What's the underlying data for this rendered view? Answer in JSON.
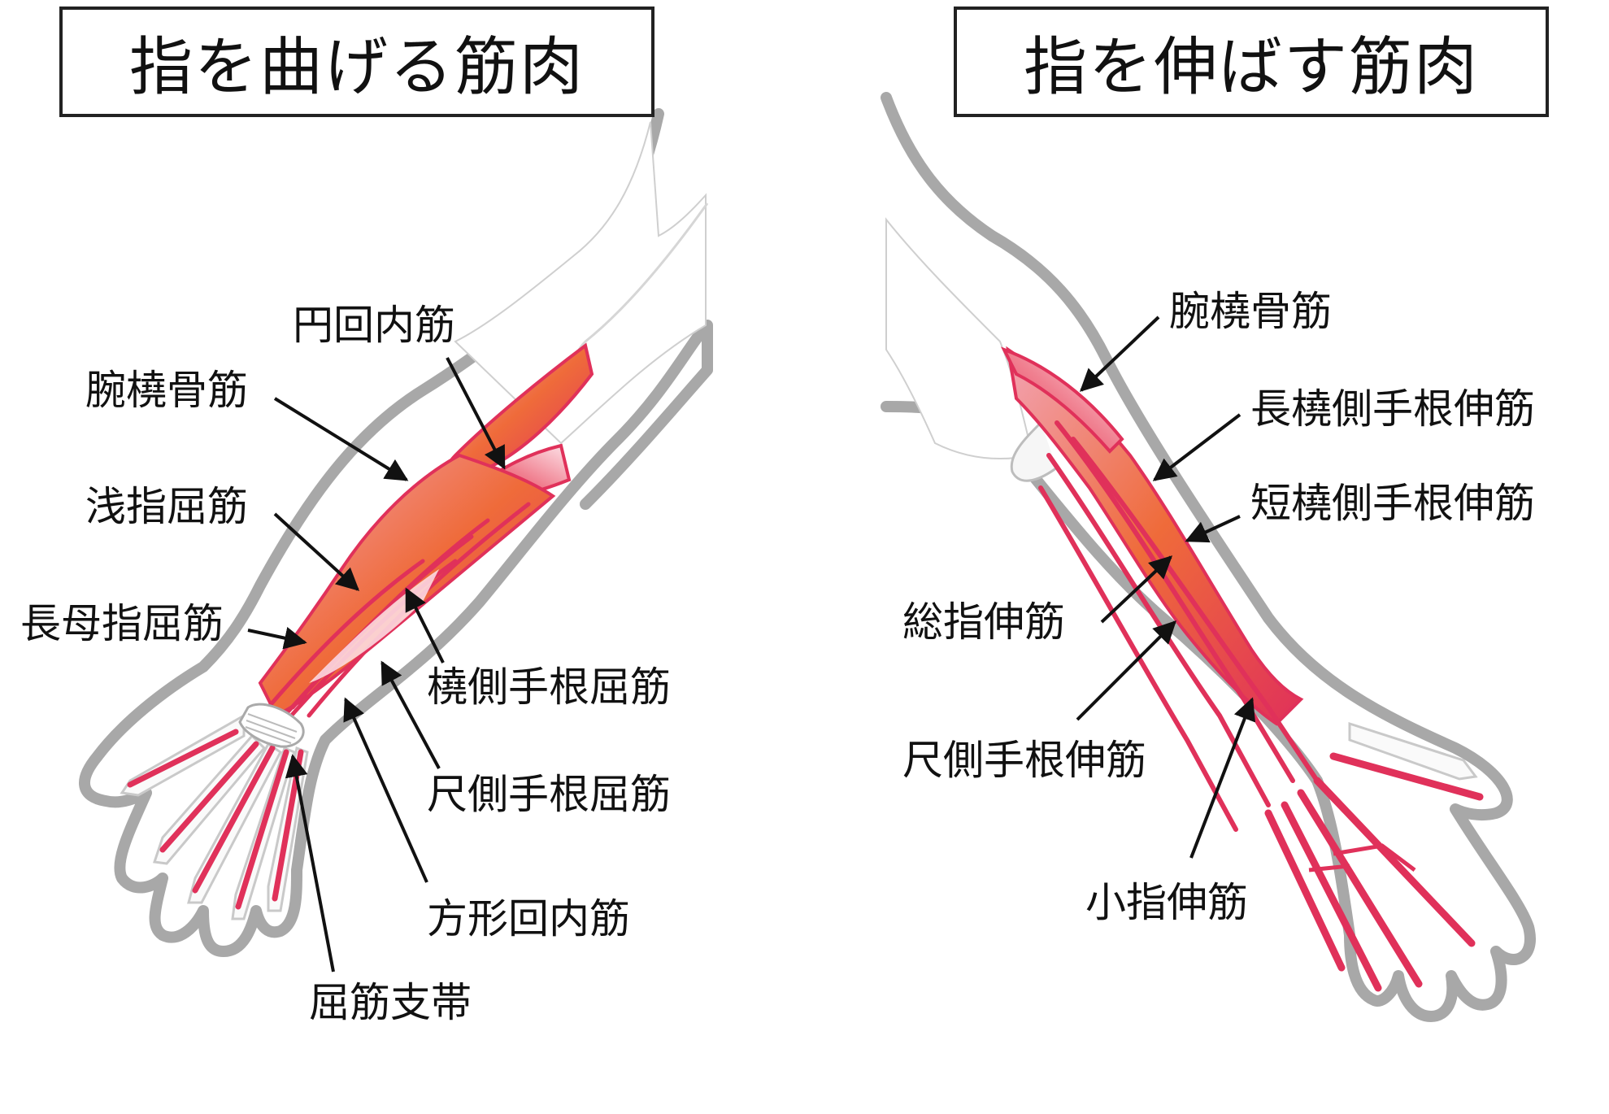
{
  "panels": {
    "flexor": {
      "title": "指を曲げる筋肉",
      "labels": {
        "pronator_teres": "円回内筋",
        "brachioradialis": "腕橈骨筋",
        "fds": "浅指屈筋",
        "fpl": "長母指屈筋",
        "fcr": "橈側手根屈筋",
        "fcu": "尺側手根屈筋",
        "pronator_quadratus": "方形回内筋",
        "retinaculum": "屈筋支帯"
      }
    },
    "extensor": {
      "title": "指を伸ばす筋肉",
      "labels": {
        "brachioradialis": "腕橈骨筋",
        "ecrl": "長橈側手根伸筋",
        "ecrb": "短橈側手根伸筋",
        "edc": "総指伸筋",
        "ecu": "尺側手根伸筋",
        "edm": "小指伸筋"
      }
    }
  },
  "colors": {
    "muscle": "#e0315a",
    "muscle_light": "#f7c4cf",
    "muscle_core": "#ef6b3a",
    "outline_gray": "#a8a8a8",
    "skin": "#ffffff",
    "line": "#111111"
  }
}
